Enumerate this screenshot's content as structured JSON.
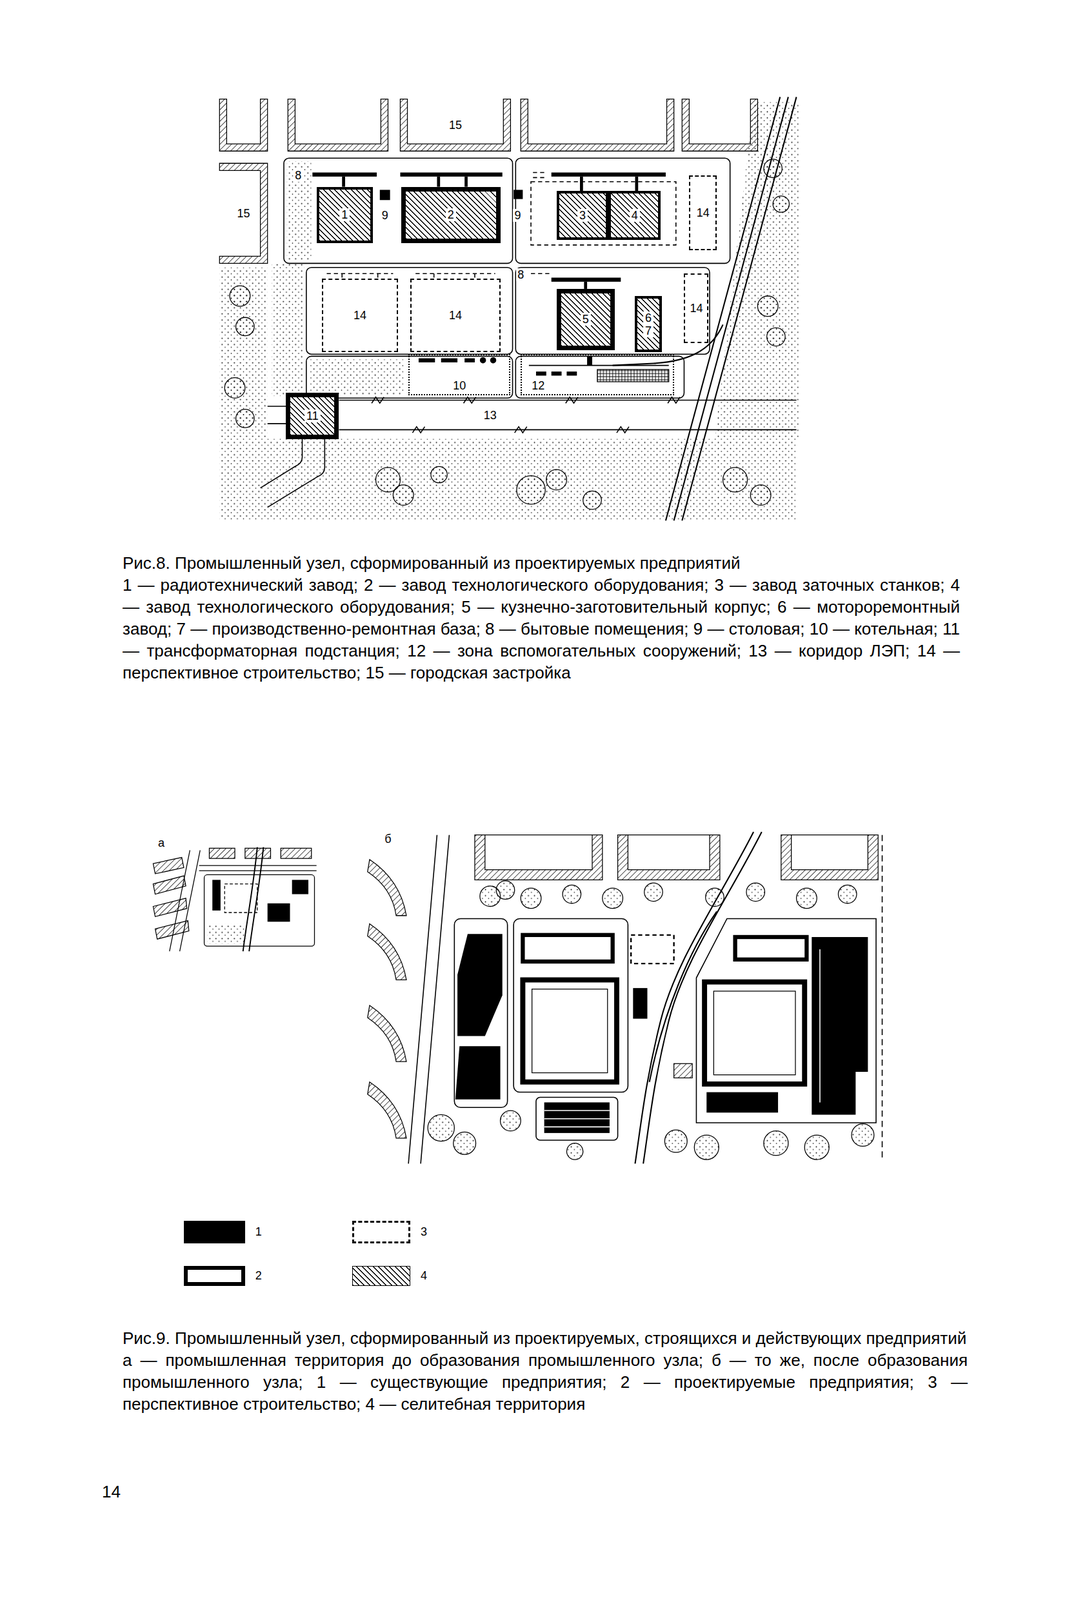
{
  "diagram": {
    "caption": "Рис.8. Промышленный узел, сформированный из проектируемых предприятий",
    "nodes": [
      {
        "text": [
          "15"
        ]
      },
      {
        "text": [
          "15"
        ]
      },
      {
        "text": [
          "1"
        ]
      },
      {
        "text": [
          "2"
        ]
      },
      {
        "text": [
          "3"
        ]
      },
      {
        "text": [
          "4"
        ]
      },
      {
        "text": [
          "14"
        ]
      },
      {
        "text": [
          "14"
        ]
      },
      {
        "text": [
          "14"
        ]
      },
      {
        "text": [
          "5"
        ]
      },
      {
        "text": [
          "6",
          "7"
        ]
      },
      {
        "text": [
          "14"
        ]
      },
      {
        "text": [
          "10"
        ]
      },
      {
        "text": [
          "12"
        ]
      },
      {
        "text": [
          "11"
        ]
      }
    ],
    "labels": [
      "8",
      "9",
      "9",
      "8",
      "13",
      "1 — радиотехнический завод; 2 — завод технологического оборудования; 3 — завод заточных станков; 4 — завод технологического оборудования; 5 — кузнечно-заготовительный корпус; 6 — мотороремонтный завод; 7 — производственно-ремонтная база; 8 — бытовые помещения; 9 — столовая; 10 — котельная; 11 — трансформаторная подстанция; 12 — зона вспомогательных сооружений; 13 — коридор ЛЭП; 14 — перспективное строительство; 15 — городская застройка",
      "а",
      "б",
      "Рис.9. Промышленный узел, сформированный из проектируемых, строящихся и действующих предприятий",
      "а — промышленная территория до образования промышленного узла; б — то же, после образования промышленного узла; 1 — существующие предприятия; 2 — проектируемые предприятия; 3 — перспективное строительство; 4 — селитебная территория",
      "14"
    ],
    "legend": [
      {
        "text": "1",
        "color": "#000000"
      },
      {
        "text": "2"
      },
      {
        "text": "3"
      },
      {
        "text": "4"
      }
    ]
  }
}
